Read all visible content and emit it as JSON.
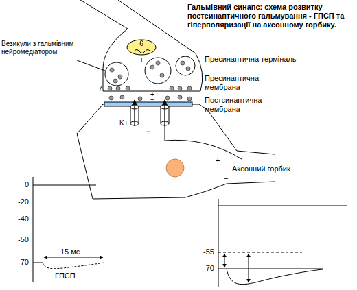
{
  "diagram": {
    "title": "Гальмівний синапс: схема розвитку постсинаптичного гальмування - ГПСП та гіперполяризації на аксонному горбику.",
    "nodes": [
      {
        "text": [
          "6"
        ]
      }
    ],
    "labels": [
      "Везикули з гальмівним нейромедіатором",
      "Пресинаптична терміналь",
      "Пресинаптична мембрана",
      "Постсинаптична мембрана",
      "Аксонний горбик",
      "7",
      "K+",
      "+",
      "−",
      "+",
      "−",
      "−",
      "+",
      "−",
      "0",
      "-20",
      "-40",
      "-50",
      "-70",
      "15 мс",
      "ГПСП",
      "-55",
      "-70"
    ]
  }
}
